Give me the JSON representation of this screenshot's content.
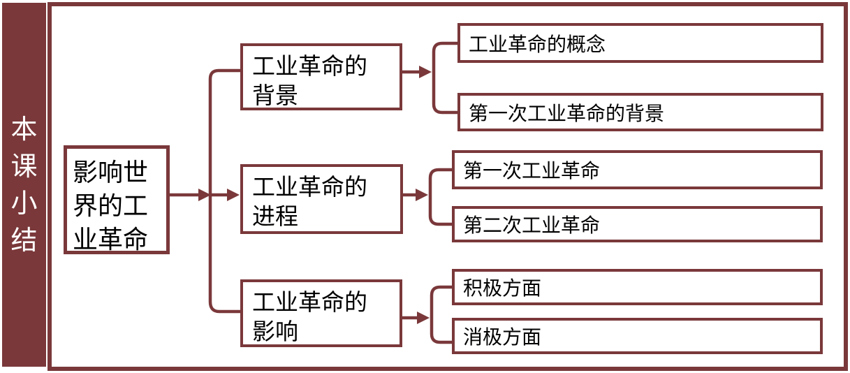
{
  "colors": {
    "maroon": "#7a383a",
    "box_text": "#000000",
    "sidebar_text": "#ffffff",
    "background": "#ffffff"
  },
  "sidebar": {
    "title": "本课小结",
    "chars": [
      "本",
      "课",
      "小",
      "结"
    ]
  },
  "diagram": {
    "root": {
      "label": "影响世界的工业革命",
      "lines": [
        "影响世",
        "界的工",
        "业革命"
      ]
    },
    "branches": [
      {
        "label": "工业革命的背景",
        "lines": [
          "工业革命的",
          "背景"
        ],
        "children": [
          {
            "label": "工业革命的概念"
          },
          {
            "label": "第一次工业革命的背景"
          }
        ]
      },
      {
        "label": "工业革命的进程",
        "lines": [
          "工业革命的",
          "进程"
        ],
        "children": [
          {
            "label": "第一次工业革命"
          },
          {
            "label": "第二次工业革命"
          }
        ]
      },
      {
        "label": "工业革命的影响",
        "lines": [
          "工业革命的",
          "影响"
        ],
        "children": [
          {
            "label": "积极方面"
          },
          {
            "label": "消极方面"
          }
        ]
      }
    ]
  }
}
